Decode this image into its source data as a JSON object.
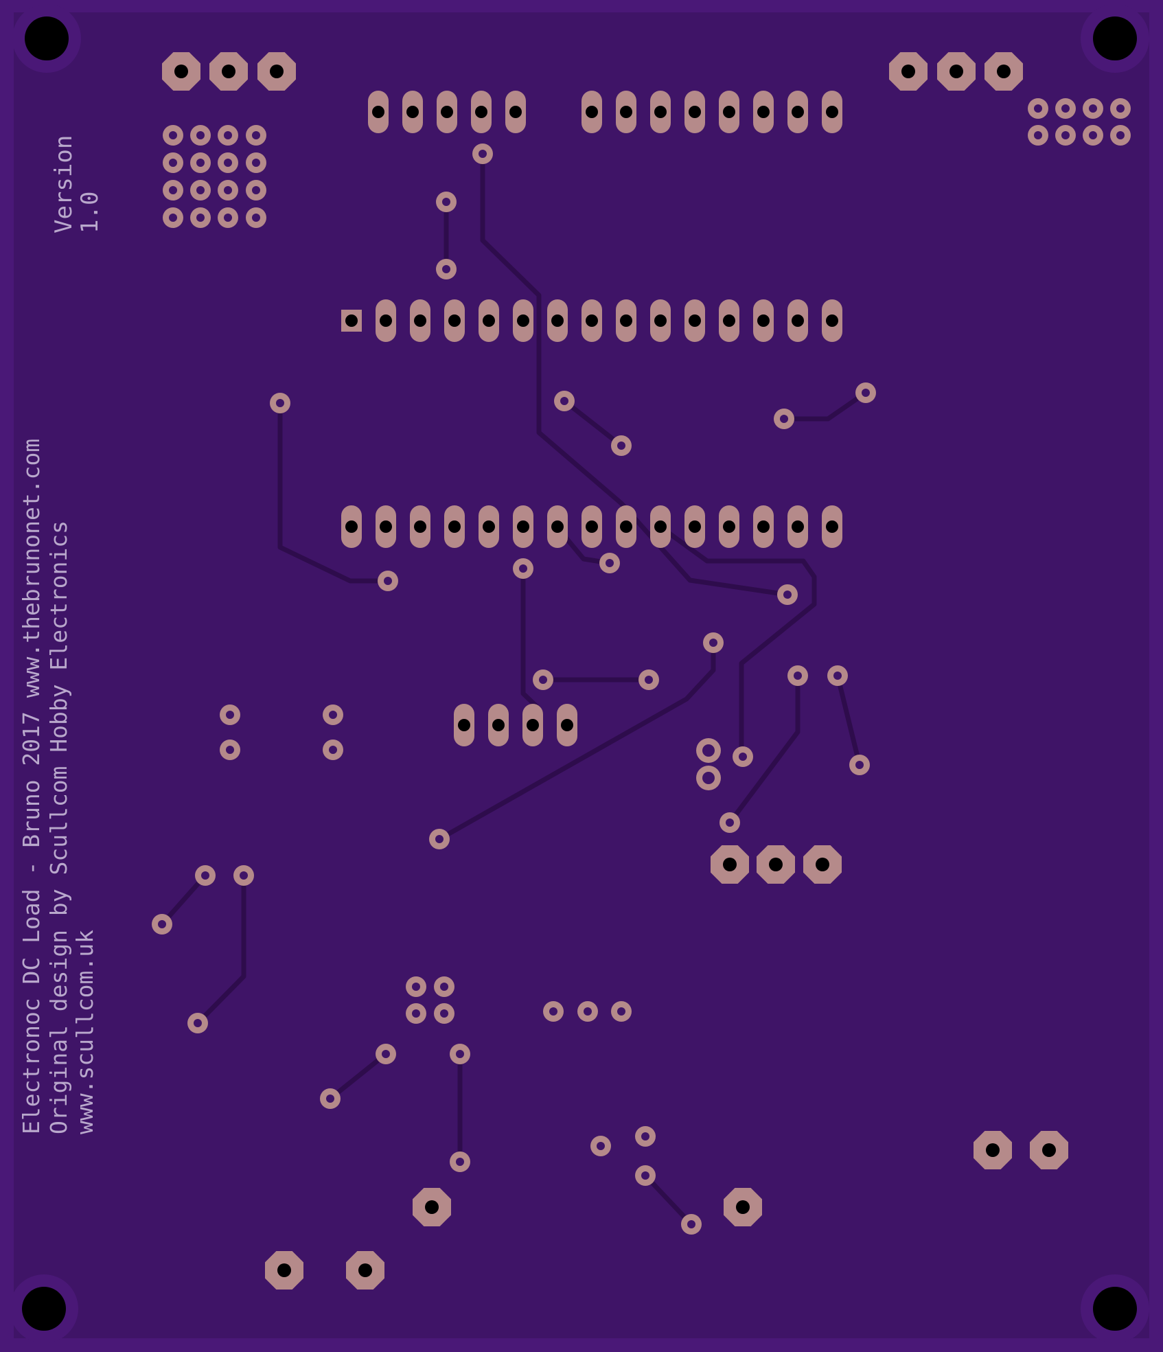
{
  "colors": {
    "board": "#3f1467",
    "copper": "#b58a8a",
    "drill": "#000000",
    "trace": "#2e0c4c",
    "silk": "#b9a8cc"
  },
  "silkscreen": {
    "version_line1": "Version",
    "version_line2": "1.0",
    "credit_line1": "Electronoc DC Load - Bruno 2017 www.thebrunonet.com",
    "credit_line2": "Original design by Scullcom Hobby Electronics",
    "credit_line3": "www.scullcom.uk"
  }
}
